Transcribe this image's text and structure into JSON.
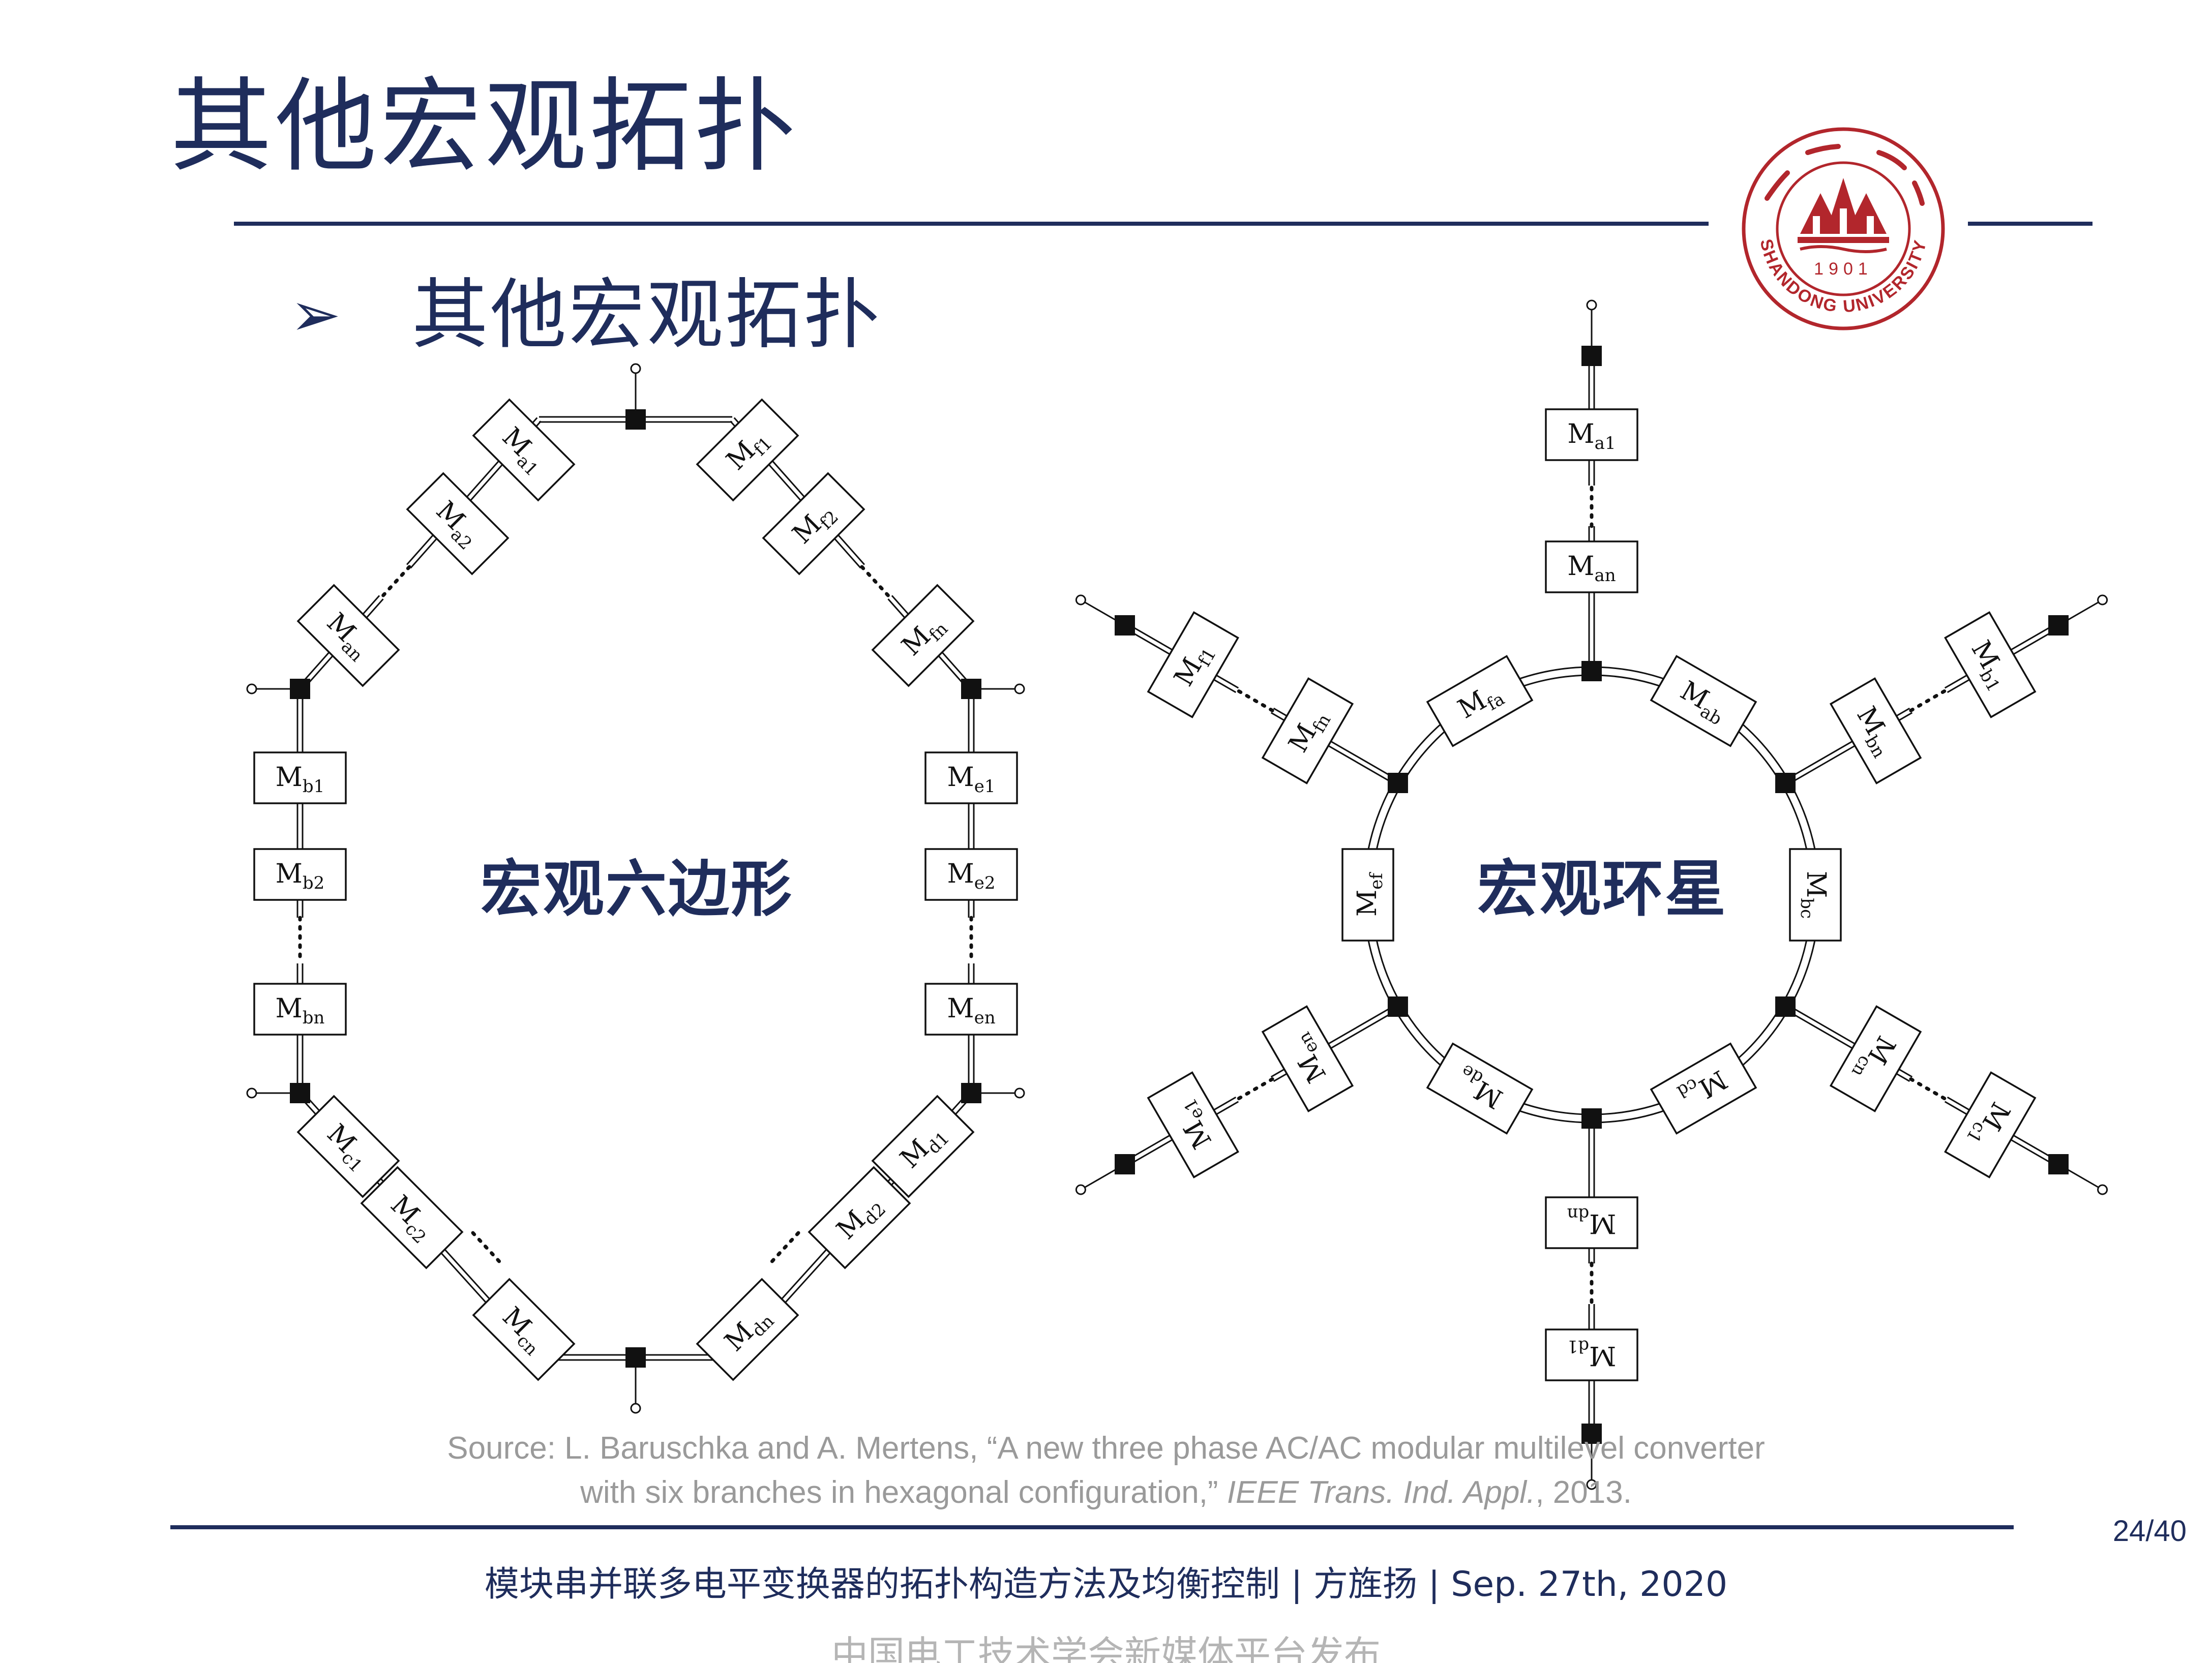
{
  "title": "其他宏观拓扑",
  "bullet_symbol": "➢",
  "subtitle": "其他宏观拓扑",
  "logo": {
    "year": "1901",
    "text": "SHANDONG UNIVERSITY",
    "color": "#b2262c"
  },
  "diagram_hexagon": {
    "label": "宏观六边形",
    "modules": [
      "Ma1",
      "Ma2",
      "Man",
      "Mf1",
      "Mf2",
      "Mfn",
      "Mb1",
      "Mb2",
      "Mbn",
      "Me1",
      "Me2",
      "Men",
      "Mc1",
      "Mc2",
      "Mcn",
      "Md1",
      "Md2",
      "Mdn"
    ]
  },
  "diagram_ring": {
    "label": "宏观环星",
    "modules": [
      "Ma1",
      "Man",
      "Mfa",
      "Mab",
      "Mf1",
      "Mfn",
      "Mb1",
      "Mbn",
      "Mef",
      "Mbc",
      "Men",
      "Mcn",
      "Me1",
      "Mc1",
      "Mde",
      "Mcd",
      "Mdn",
      "Md1"
    ]
  },
  "source_line1": "Source: L. Baruschka and A. Mertens, “A new three phase AC/AC modular multilevel converter",
  "source_line2_pre": "with six branches in hexagonal configuration,” ",
  "source_line2_italic": "IEEE Trans. Ind. Appl.",
  "source_line2_post": ", 2013.",
  "page_number": "24/40",
  "footer": "模块串并联多电平变换器的拓扑构造方法及均衡控制 | 方旌扬 | Sep. 27th, 2020",
  "watermark": "中国电工技术学会新媒体平台发布",
  "colors": {
    "navy": "#1f2d5c",
    "gray": "#9a9a9a",
    "red": "#b2262c"
  }
}
